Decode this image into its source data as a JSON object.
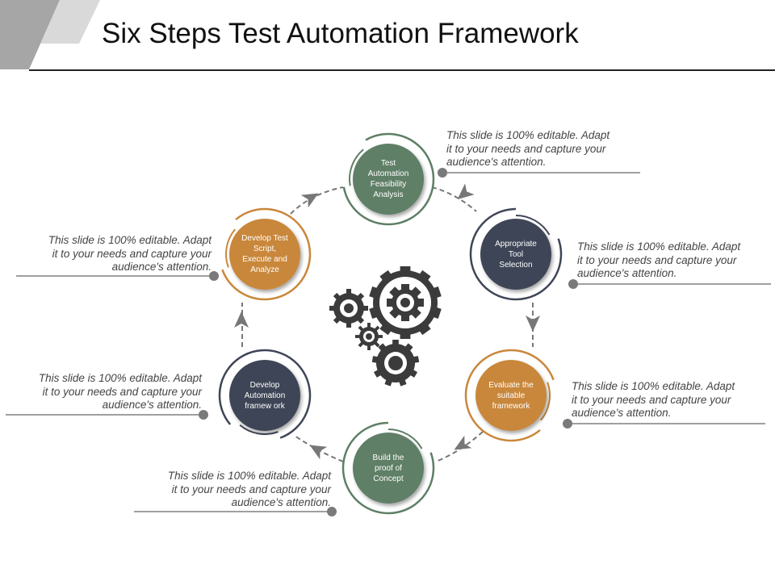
{
  "slide": {
    "title": "Six Steps Test Automation Framework"
  },
  "colors": {
    "green": "#5e7f66",
    "navy": "#3e4556",
    "orange": "#c9873b",
    "gear": "#3b3b3b",
    "connector": "#777777",
    "text": "#444444"
  },
  "steps": [
    {
      "label": "Test Automation Feasibility Analysis",
      "lines": [
        "Test",
        "Automation",
        "Feasibility",
        "Analysis"
      ],
      "color": "green"
    },
    {
      "label": "Appropriate Tool Selection",
      "lines": [
        "Appropriate",
        "Tool",
        "Selection"
      ],
      "color": "navy"
    },
    {
      "label": "Evaluate the suitable framework",
      "lines": [
        "Evaluate the",
        "suitable",
        "framework"
      ],
      "color": "orange"
    },
    {
      "label": "Build the proof of Concept",
      "lines": [
        "Build the",
        "proof of",
        "Concept"
      ],
      "color": "green"
    },
    {
      "label": "Develop Automation framework",
      "lines": [
        "Develop",
        "Automation",
        "framew ork"
      ],
      "color": "navy"
    },
    {
      "label": "Develop Test Script, Execute and Analyze",
      "lines": [
        "Develop Test",
        "Script,",
        "Execute and",
        "Analyze"
      ],
      "color": "orange"
    }
  ],
  "callouts": [
    {
      "lines": [
        "This slide is 100% editable. Adapt",
        "it to your needs and capture your",
        "audience's attention."
      ]
    },
    {
      "lines": [
        "This slide is 100% editable. Adapt",
        "it to your needs and capture your",
        "audience's attention."
      ]
    },
    {
      "lines": [
        "This slide is 100% editable. Adapt",
        "it to your needs and capture your",
        "audience's attention."
      ]
    },
    {
      "lines": [
        "This slide is 100% editable. Adapt",
        "it to your needs and capture your",
        "audience's attention."
      ]
    },
    {
      "lines": [
        "This slide is 100% editable. Adapt",
        "it to your needs and capture your",
        "audience's attention."
      ]
    },
    {
      "lines": [
        "This slide is 100% editable. Adapt",
        "it to your needs and capture your",
        "audience's attention."
      ]
    }
  ],
  "center_icon": "gears-icon"
}
